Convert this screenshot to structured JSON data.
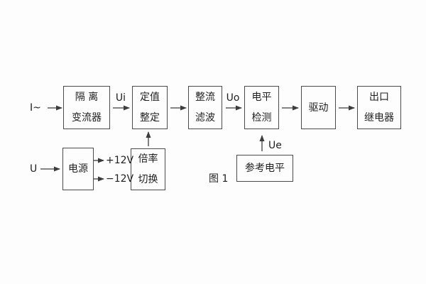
{
  "caption": "图 1",
  "blocks": {
    "isolation_transformer": {
      "line1": "隔 离",
      "line2": "变流器"
    },
    "setting_adjust": {
      "line1": "定值",
      "line2": "整定"
    },
    "rectifier_filter": {
      "line1": "整流",
      "line2": "滤波"
    },
    "level_detector": {
      "line1": "电平",
      "line2": "检测"
    },
    "driver": {
      "line1": "驱动"
    },
    "output_relay": {
      "line1": "出口",
      "line2": "继电器"
    },
    "power_supply": {
      "line1": "电源"
    },
    "ratio_switch": {
      "line1": "倍率",
      "line2": "切换"
    },
    "reference_level": {
      "line1": "参考电平"
    }
  },
  "signals": {
    "input_current": "I~",
    "input_voltage": "U",
    "ui": "Ui",
    "uo": "Uo",
    "ue": "Ue",
    "plus_12v": "+12V",
    "minus_12v": "−12V"
  },
  "colors": {
    "background": "#fdfdfd",
    "line": "#3c3c3c",
    "border": "#4b4b4b",
    "text": "#1f1f1f"
  }
}
